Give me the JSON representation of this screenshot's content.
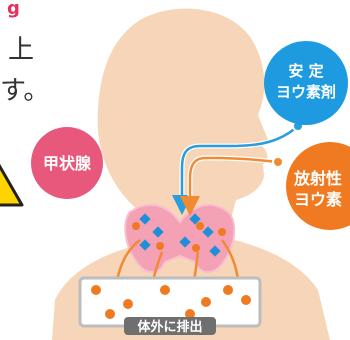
{
  "text_fragments": {
    "top_mark": "g",
    "line1_char": "上",
    "line2_char": "す。"
  },
  "labels": {
    "thyroid": "甲状腺",
    "stable_iodine_line1": "安 定",
    "stable_iodine_line2": "ヨウ素剤",
    "radioactive_iodine_line1": "放射性",
    "radioactive_iodine_line2": "ヨウ素",
    "excretion": "体外に排出"
  },
  "icons": {
    "warning": "warning-triangle-icon"
  },
  "colors": {
    "silhouette": "#f6d5b8",
    "thyroid_label_bg": "#e8587c",
    "thyroid_gland": "#f4a0b5",
    "stable_bubble": "#1e9be0",
    "radioactive_bubble": "#f07a22",
    "stable_arrow": "#2a9ddc",
    "radioactive_arrow": "#f08b33",
    "excretion_box_border": "#bdbdbd",
    "excretion_label_bg": "#6f6f6f",
    "warning_fill": "#ffd400"
  }
}
